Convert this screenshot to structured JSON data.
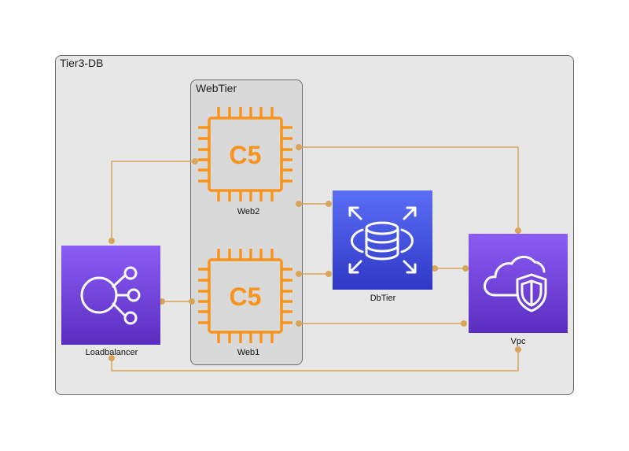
{
  "groups": {
    "outer": {
      "title": "Tier3-DB"
    },
    "inner": {
      "title": "WebTier"
    }
  },
  "nodes": {
    "web2": {
      "label": "Web2",
      "chip_text": "C5",
      "icon": "ec2-c5-instance-icon"
    },
    "web1": {
      "label": "Web1",
      "chip_text": "C5",
      "icon": "ec2-c5-instance-icon"
    },
    "dbtier": {
      "label": "DbTier",
      "icon": "rds-database-icon"
    },
    "vpc": {
      "label": "Vpc",
      "icon": "vpc-cloud-shield-icon"
    },
    "loadbalancer": {
      "label": "Loadbalancer",
      "icon": "elastic-load-balancer-icon"
    }
  },
  "colors": {
    "connector": "#d9a55a",
    "chip": "#f7941d",
    "purple_top": "#8c5cf5",
    "purple_bottom": "#5a2dc0",
    "blue_top": "#5a6ef5",
    "blue_bottom": "#2f38c6"
  }
}
